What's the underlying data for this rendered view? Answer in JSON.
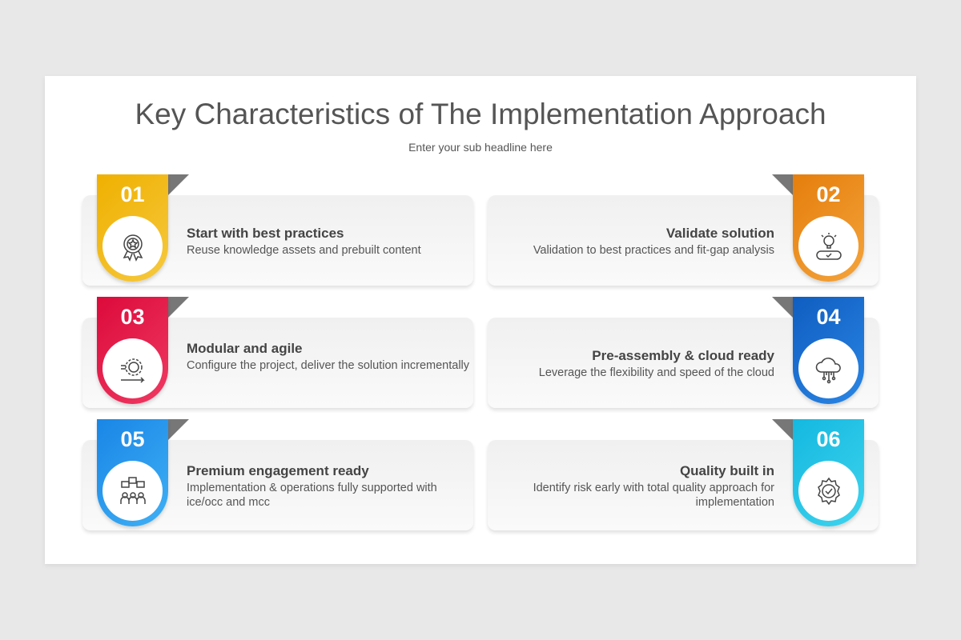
{
  "title": "Key Characteristics of The Implementation Approach",
  "subtitle": "Enter your sub headline here",
  "items": [
    {
      "number": "01",
      "heading": "Start with best practices",
      "desc": "Reuse knowledge assets and prebuilt content",
      "icon": "award-badge-icon",
      "color": [
        "#efb000",
        "#f6c93f"
      ]
    },
    {
      "number": "02",
      "heading": "Validate solution",
      "desc": "Validation to best practices and fit-gap analysis",
      "icon": "lightbulb-cloud-icon",
      "color": [
        "#e57e0c",
        "#f4a43c"
      ]
    },
    {
      "number": "03",
      "heading": "Modular and agile",
      "desc": "Configure the project, deliver the solution incrementally",
      "icon": "gear-arrow-icon",
      "color": [
        "#dc0a3a",
        "#ef3a62"
      ]
    },
    {
      "number": "04",
      "heading": "Pre-assembly & cloud ready",
      "desc": "Leverage the flexibility and speed of the cloud",
      "icon": "cloud-network-icon",
      "color": [
        "#0f5dc0",
        "#2a86e4"
      ]
    },
    {
      "number": "05",
      "heading": "Premium engagement ready",
      "desc": "Implementation & operations fully supported with ice/occ and mcc",
      "icon": "people-chat-icon",
      "color": [
        "#1986e6",
        "#3fb0f5"
      ]
    },
    {
      "number": "06",
      "heading": "Quality built in",
      "desc": "Identify risk early with total quality approach for implementation",
      "icon": "gear-check-icon",
      "color": [
        "#14b8e0",
        "#3fd4ee"
      ]
    }
  ]
}
